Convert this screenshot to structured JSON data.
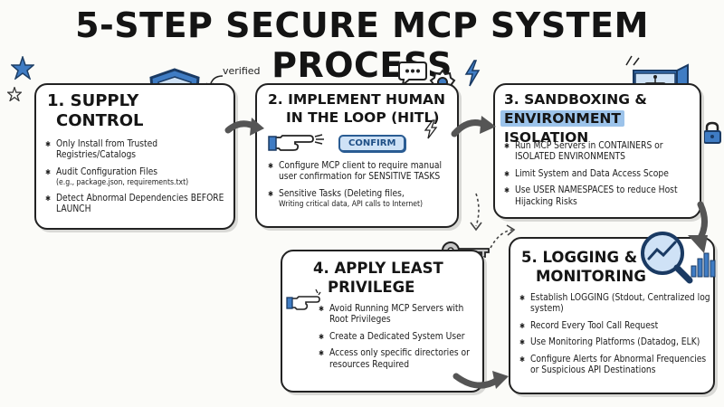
{
  "title": "5-STEP SECURE MCP SYSTEM PROCESS",
  "step1": {
    "heading_line1": "1. SUPPLY",
    "heading_line2": "CONTROL",
    "verified_label": "verified",
    "items": [
      {
        "text": "Only Install from Trusted Registries/Catalogs"
      },
      {
        "text": "Audit Configuration Files",
        "sub": "(e.g., package.json, requirements.txt)"
      },
      {
        "text": "Detect Abnormal Dependencies BEFORE LAUNCH"
      }
    ]
  },
  "step2": {
    "heading_line1": "2. IMPLEMENT HUMAN",
    "heading_line2": "IN THE LOOP (HITL)",
    "confirm_label": "CONFIRM",
    "items": [
      {
        "text": "Configure MCP client to require manual user confirmation for SENSITIVE TASKS"
      },
      {
        "text": "Sensitive Tasks (Deleting files,",
        "sub": "Writing critical data, API calls to Internet)"
      }
    ]
  },
  "step3": {
    "heading_line1": "3. SANDBOXING &",
    "heading_highlight": "ENVIRONMENT",
    "heading_line2_rest": " ISOLATION",
    "items": [
      {
        "text": "Run MCP Servers in CONTAINERS or ISOLATED ENVIRONMENTS"
      },
      {
        "text": "Limit System and Data Access Scope"
      },
      {
        "text": "Use USER NAMESPACES to reduce Host Hijacking Risks"
      }
    ]
  },
  "step4": {
    "heading_line1": "4. APPLY LEAST",
    "heading_line2": "PRIVILEGE",
    "items": [
      {
        "text": "Avoid Running MCP Servers with Root Privileges"
      },
      {
        "text": "Create a Dedicated System User"
      },
      {
        "text": "Access only specific directories or resources Required"
      }
    ]
  },
  "step5": {
    "heading_line1": "5. LOGGING &",
    "heading_line2": "MONITORING",
    "items": [
      {
        "text": "Establish LOGGING (Stdout, Centralized log system)"
      },
      {
        "text": "Record Every Tool Call Request"
      },
      {
        "text": "Use Monitoring Platforms (Datadog, ELK)"
      },
      {
        "text": "Configure Alerts for Abnormal Frequencies or Suspicious API Destinations"
      }
    ]
  },
  "colors": {
    "accent_blue": "#3f7cc4",
    "light_blue": "#9cc3ea",
    "ink": "#1c1c1c"
  }
}
